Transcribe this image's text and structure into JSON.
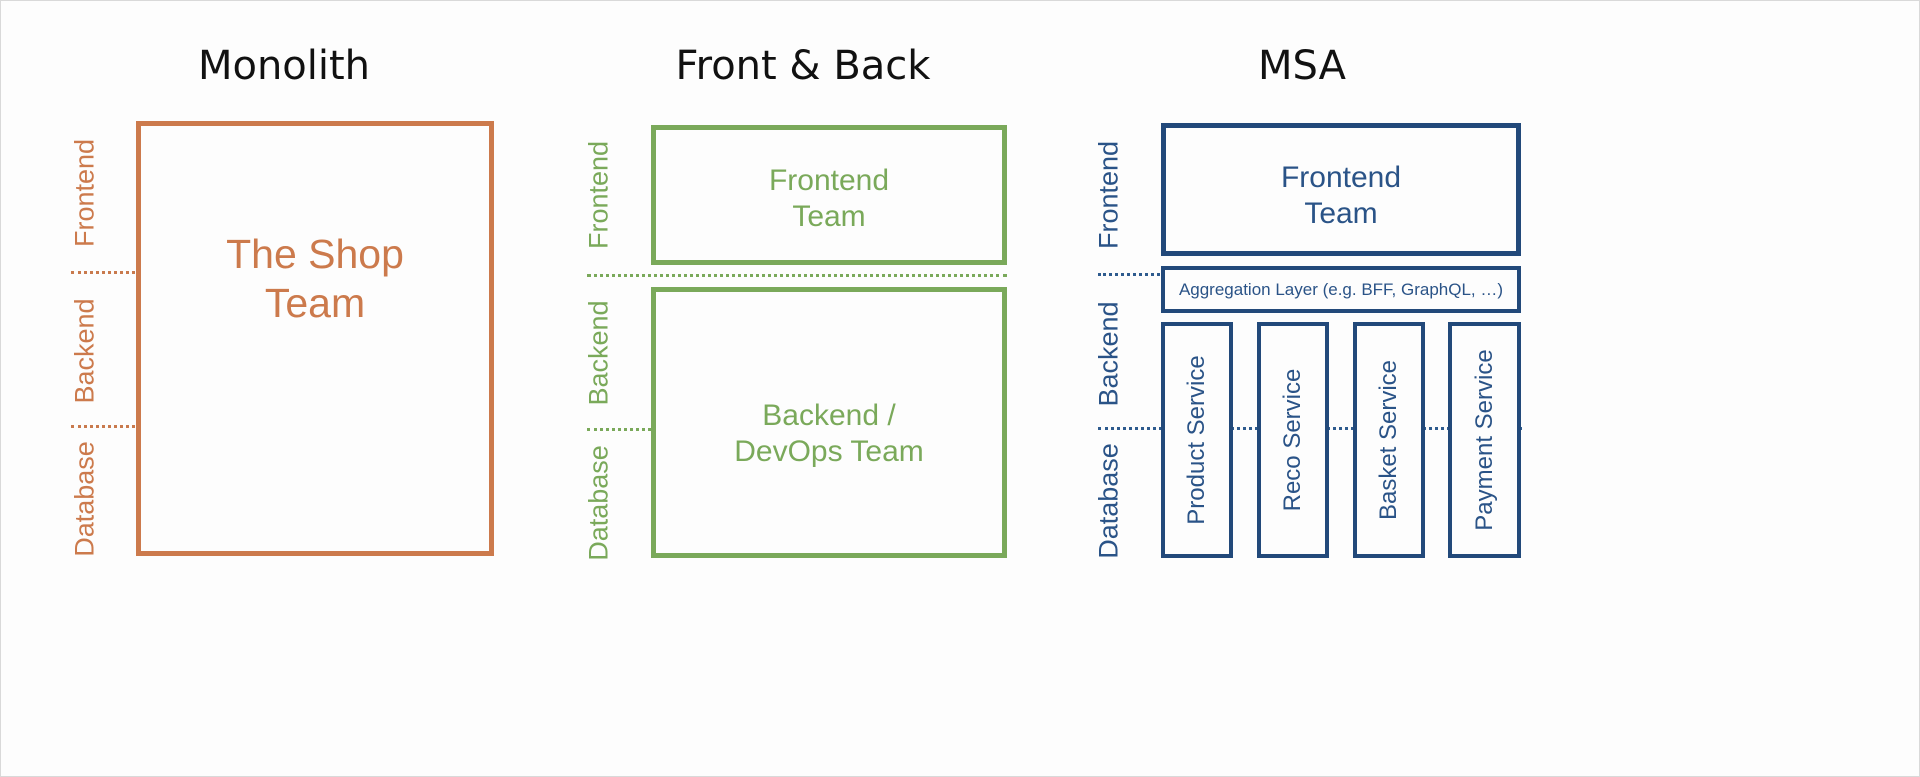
{
  "columns": {
    "monolith": {
      "title": "Monolith",
      "layers": [
        "Frontend",
        "Backend",
        "Database"
      ],
      "team": "The Shop\nTeam",
      "color": "#cc7a4c"
    },
    "front_back": {
      "title": "Front & Back",
      "layers": [
        "Frontend",
        "Backend",
        "Database"
      ],
      "frontend_team": "Frontend\nTeam",
      "backend_team": "Backend /\nDevOps Team",
      "color": "#7aa95a"
    },
    "msa": {
      "title": "MSA",
      "layers": [
        "Frontend",
        "Backend",
        "Database"
      ],
      "frontend_team": "Frontend\nTeam",
      "aggregation": "Aggregation Layer (e.g. BFF, GraphQL, …)",
      "services": [
        "Product Service",
        "Reco Service",
        "Basket Service",
        "Payment Service"
      ],
      "color": "#22497a"
    }
  }
}
